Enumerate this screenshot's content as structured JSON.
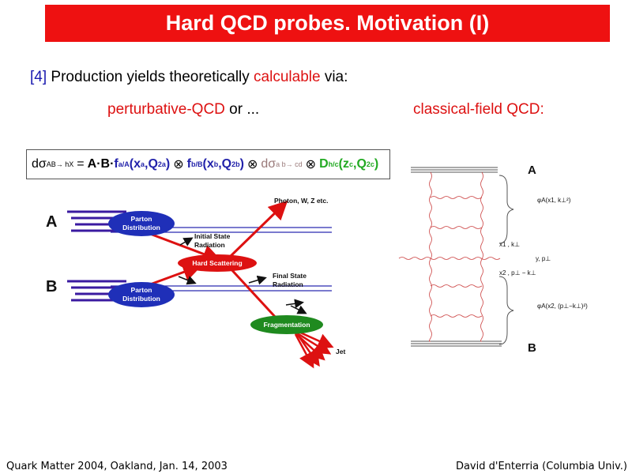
{
  "title": "Hard QCD probes. Motivation (I)",
  "intro": {
    "ref": "[4]",
    "text_before": "Production yields theoretically",
    "highlight": "calculable",
    "text_after": "via:"
  },
  "methods": {
    "left_highlight": "perturbative-QCD",
    "left_rest": "or ...",
    "right": "classical-field QCD:"
  },
  "formula": {
    "lhs": "dσ",
    "lhs_sub": "AB→ hX",
    "eq": "=",
    "ab": "A·B·",
    "fa": "f",
    "fa_sub": "a/A",
    "fa_args": "(x",
    "fa_xsub": "a",
    "fa_q": ",Q",
    "fa_qsup": "2",
    "fa_qsub": "a",
    "fa_close": ")",
    "otimes1": "⊗",
    "fb": "f",
    "fb_sub": "b/B",
    "fb_args": "(x",
    "fb_xsub": "b",
    "fb_q": ",Q",
    "fb_qsup": "2",
    "fb_qsub": "b",
    "fb_close": ")",
    "otimes2": "⊗",
    "ds": "dσ",
    "ds_sub": "a b→ cd",
    "otimes3": "⊗",
    "D": "D",
    "D_sub": "h/c",
    "D_args": "(z",
    "D_zsub": "c",
    "D_q": ",Q",
    "D_qsup": "2",
    "D_qsub": "c",
    "D_close": ")"
  },
  "pqcd_diagram": {
    "label_a": "A",
    "label_b": "B",
    "parton_top_line1": "Parton",
    "parton_top_line2": "Distribution",
    "parton_bottom_line1": "Parton",
    "parton_bottom_line2": "Distribution",
    "initial_line1": "Initial State",
    "initial_line2": "Radiation",
    "hard_scattering": "Hard Scattering",
    "photon": "Photon, W, Z etc.",
    "final_line1": "Final State",
    "final_line2": "Radiation",
    "fragmentation": "Fragmentation",
    "jet": "Jet"
  },
  "cgc_diagram": {
    "label_a": "A",
    "label_b": "B",
    "phi_a": "φA(x1, k⊥²)",
    "phi_b": "φA(x2, (p⊥−k⊥)²)",
    "x1": "x1 , k⊥",
    "yp": "y, p⊥",
    "x2": "x2 , p⊥ − k⊥"
  },
  "footer": {
    "left": "Quark Matter 2004, Oakland, Jan. 14, 2003",
    "right": "David d'Enterria (Columbia Univ.)"
  },
  "colors": {
    "title_bg": "#ee1111",
    "accent_red": "#dd1111",
    "accent_blue": "#1a1ab0",
    "parton_blue": "#1f2fb8",
    "fragment_green": "#1f8a1f"
  }
}
